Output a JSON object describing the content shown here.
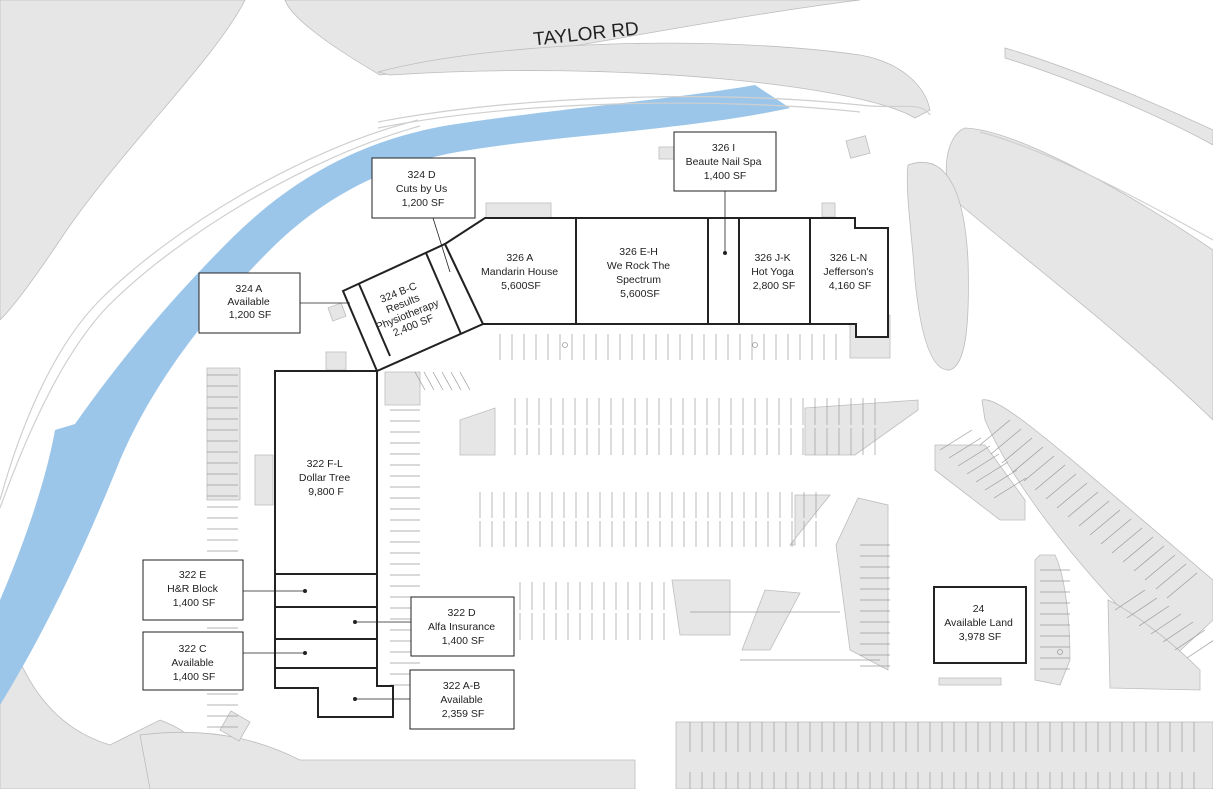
{
  "road": {
    "name": "TAYLOR RD"
  },
  "units": [
    {
      "id": "u324a",
      "lines": [
        "324 A",
        "Available",
        "1,200 SF"
      ]
    },
    {
      "id": "u324bc",
      "lines": [
        "324 B-C",
        "Results",
        "Physiotherapy",
        "2,400 SF"
      ]
    },
    {
      "id": "u324d",
      "lines": [
        "324 D",
        "Cuts by Us",
        "1,200 SF"
      ]
    },
    {
      "id": "u326a",
      "lines": [
        "326 A",
        "Mandarin House",
        "5,600SF"
      ]
    },
    {
      "id": "u326eh",
      "lines": [
        "326 E-H",
        "We Rock The",
        "Spectrum",
        "5,600SF"
      ]
    },
    {
      "id": "u326i",
      "lines": [
        "326 I",
        "Beaute Nail Spa",
        "1,400 SF"
      ]
    },
    {
      "id": "u326jk",
      "lines": [
        "326 J-K",
        "Hot Yoga",
        "2,800 SF"
      ]
    },
    {
      "id": "u326ln",
      "lines": [
        "326 L-N",
        "Jefferson's",
        "4,160 SF"
      ]
    },
    {
      "id": "u322fl",
      "lines": [
        "322 F-L",
        "Dollar Tree",
        "9,800 F"
      ]
    },
    {
      "id": "u322e",
      "lines": [
        "322 E",
        "H&R Block",
        "1,400 SF"
      ]
    },
    {
      "id": "u322c",
      "lines": [
        "322 C",
        "Available",
        "1,400 SF"
      ]
    },
    {
      "id": "u322d",
      "lines": [
        "322 D",
        "Alfa Insurance",
        "1,400 SF"
      ]
    },
    {
      "id": "u322ab",
      "lines": [
        "322 A-B",
        "Available",
        "2,359 SF"
      ]
    },
    {
      "id": "u24",
      "lines": [
        "24",
        "Available Land",
        "3,978 SF"
      ]
    }
  ],
  "colors": {
    "water": "#9bc6ea",
    "ground": "#e6e6e6",
    "outline": "#222222",
    "parking": "#9a9a9a"
  }
}
